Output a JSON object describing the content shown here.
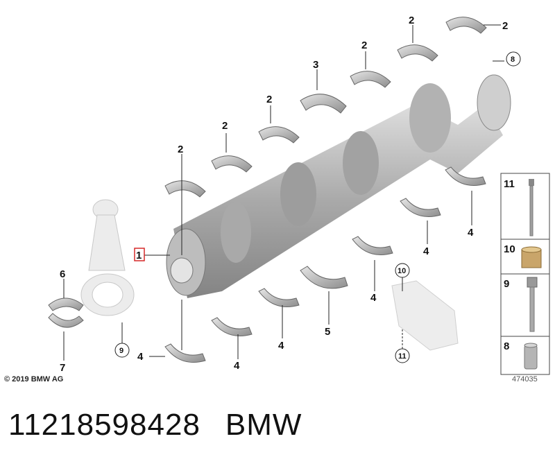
{
  "diagram": {
    "callouts": {
      "main_bearing": "2",
      "thrust_bearing": "3",
      "upper_bearing": "2",
      "lower_bearing": "4",
      "thrust_lower": "5",
      "crankshaft": "1",
      "conrod_upper": "6",
      "conrod_lower": "7",
      "bolt": "9",
      "chain_sprocket": "8",
      "sleeve": "10",
      "bolt_11": "11"
    },
    "sidebar_items": [
      {
        "label": "11",
        "icon": "long-bolt-icon"
      },
      {
        "label": "10",
        "icon": "sleeve-icon"
      },
      {
        "label": "9",
        "icon": "conrod-bolt-icon"
      },
      {
        "label": "8",
        "icon": "dowel-pin-icon"
      }
    ],
    "copyright": "© 2019 BMW AG",
    "drawing_number": "474035"
  },
  "caption": {
    "part_number": "11218598428",
    "brand": "BMW"
  },
  "colors": {
    "highlight_box": "#d62828",
    "part_gray": "#8a8a8a",
    "part_light": "#d9d9d9"
  }
}
